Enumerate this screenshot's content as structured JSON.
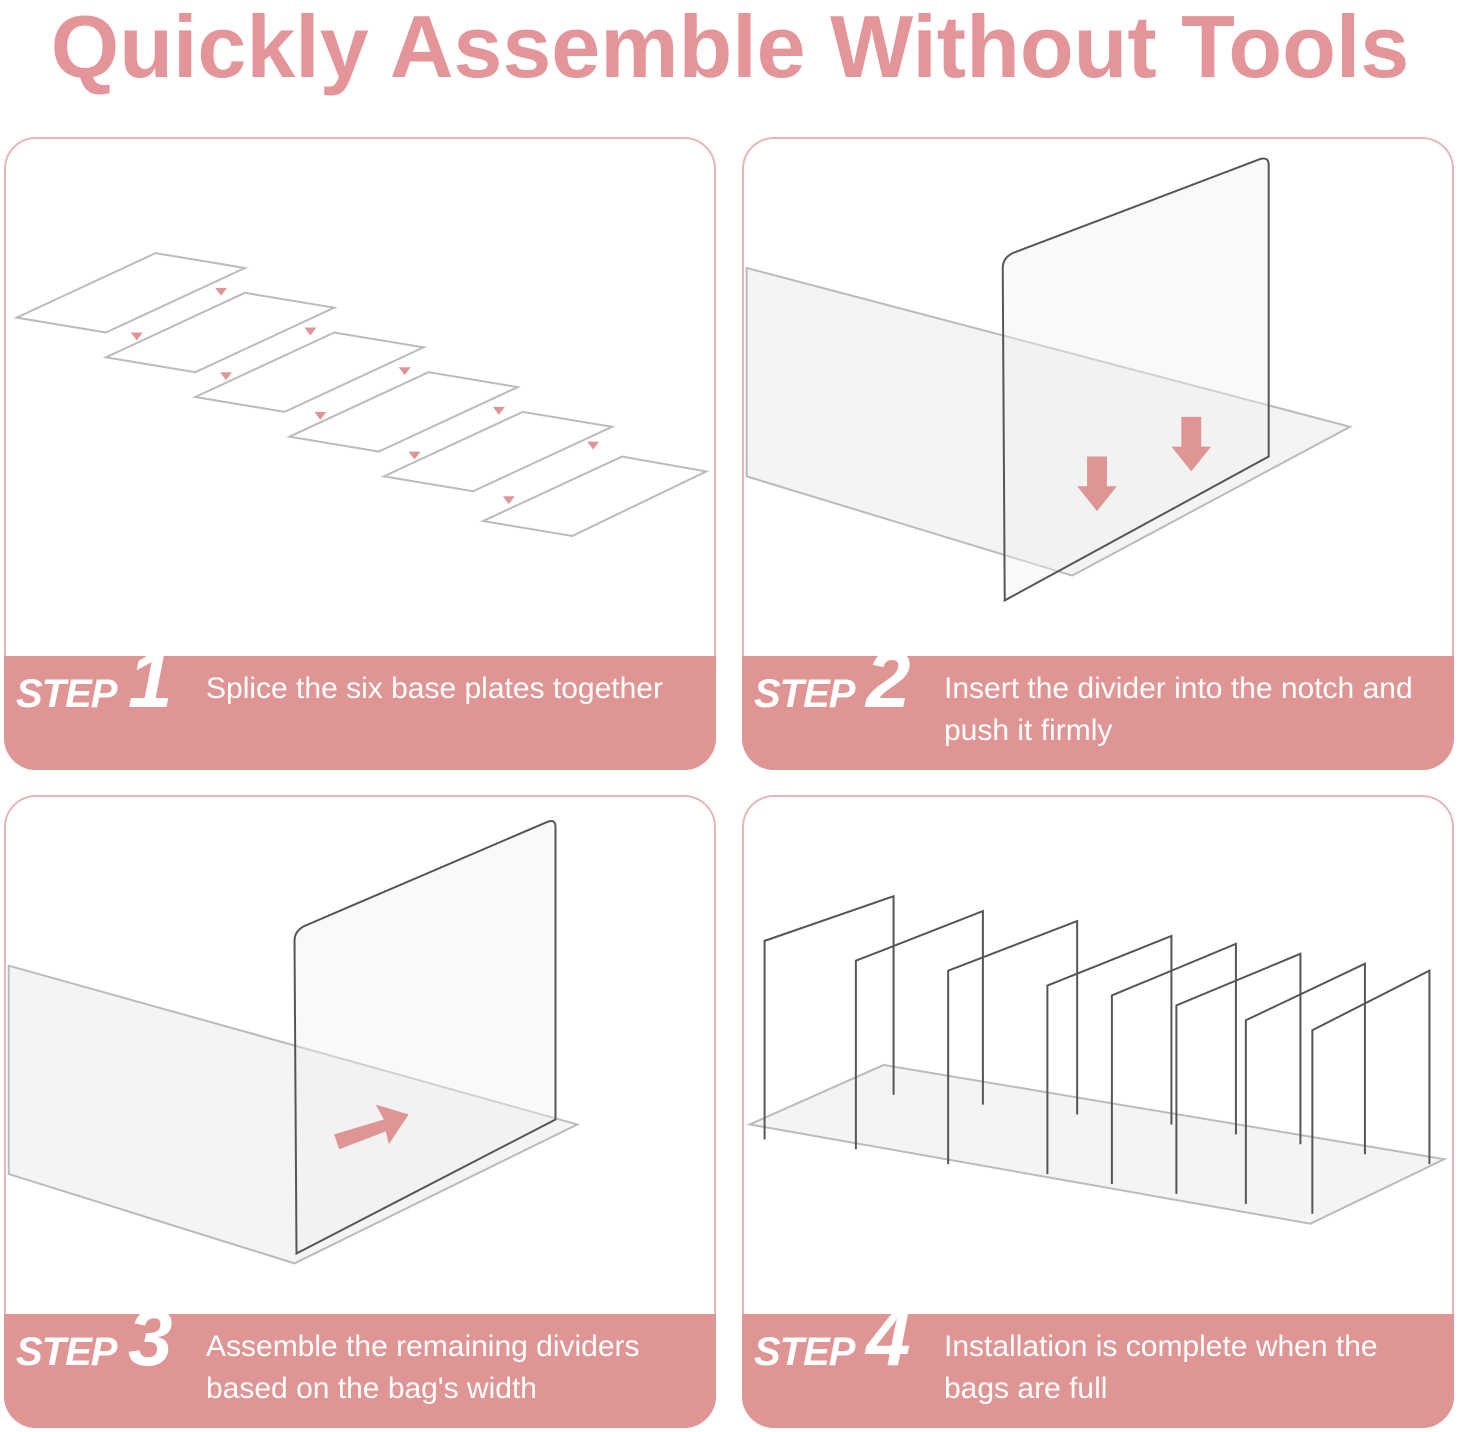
{
  "title": "Quickly Assemble Without Tools",
  "colors": {
    "accent": "#E09595",
    "title": "#E4959A",
    "border": "#E9B6B8"
  },
  "steps": [
    {
      "label": "STEP",
      "number": "1",
      "text": "Splice the six base plates together"
    },
    {
      "label": "STEP",
      "number": "2",
      "text": "Insert the divider into the notch and push it firmly"
    },
    {
      "label": "STEP",
      "number": "3",
      "text": "Assemble the remaining dividers based on the bag's width"
    },
    {
      "label": "STEP",
      "number": "4",
      "text": "Installation is complete when the bags are full"
    }
  ]
}
